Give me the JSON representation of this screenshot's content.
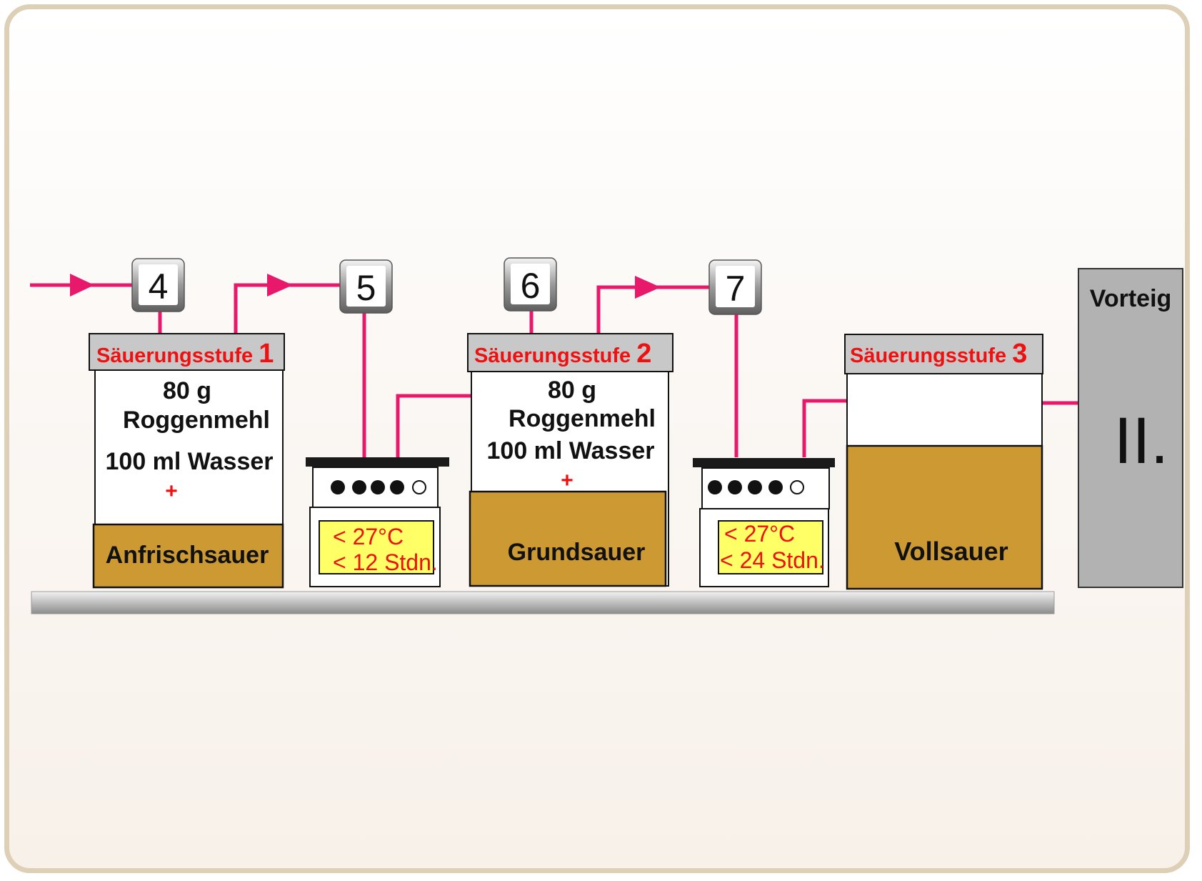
{
  "badges": [
    "4",
    "5",
    "6",
    "7"
  ],
  "stages": [
    {
      "label": "Säuerungsstufe",
      "number": "1",
      "line1": "80 g",
      "line2": "Roggenmehl",
      "line3": "100 ml Wasser",
      "plus": "+",
      "result": "Anfrischsauer",
      "fill_fraction": 0.29
    },
    {
      "label": "Säuerungsstufe",
      "number": "2",
      "line1": "80 g",
      "line2": "Roggenmehl",
      "line3": "100 ml Wasser",
      "plus": "+",
      "result": "Grundsauer",
      "fill_fraction": 0.45
    },
    {
      "label": "Säuerungsstufe",
      "number": "3",
      "result": "Vollsauer",
      "fill_fraction": 0.68
    }
  ],
  "ovens": [
    {
      "temp": "< 27°C",
      "time": "< 12 Stdn."
    },
    {
      "temp": "< 27°C",
      "time": "< 24 Stdn."
    }
  ],
  "vorteig": {
    "title": "Vorteig",
    "numeral": "II."
  },
  "colors": {
    "line": "#e8196a",
    "fill": "#cc9933",
    "header": "#c8c8c8",
    "display": "#ffff66",
    "text_red": "#ee1111",
    "vorteig": "#b2b2b2",
    "frame": "#ddd0b6"
  }
}
